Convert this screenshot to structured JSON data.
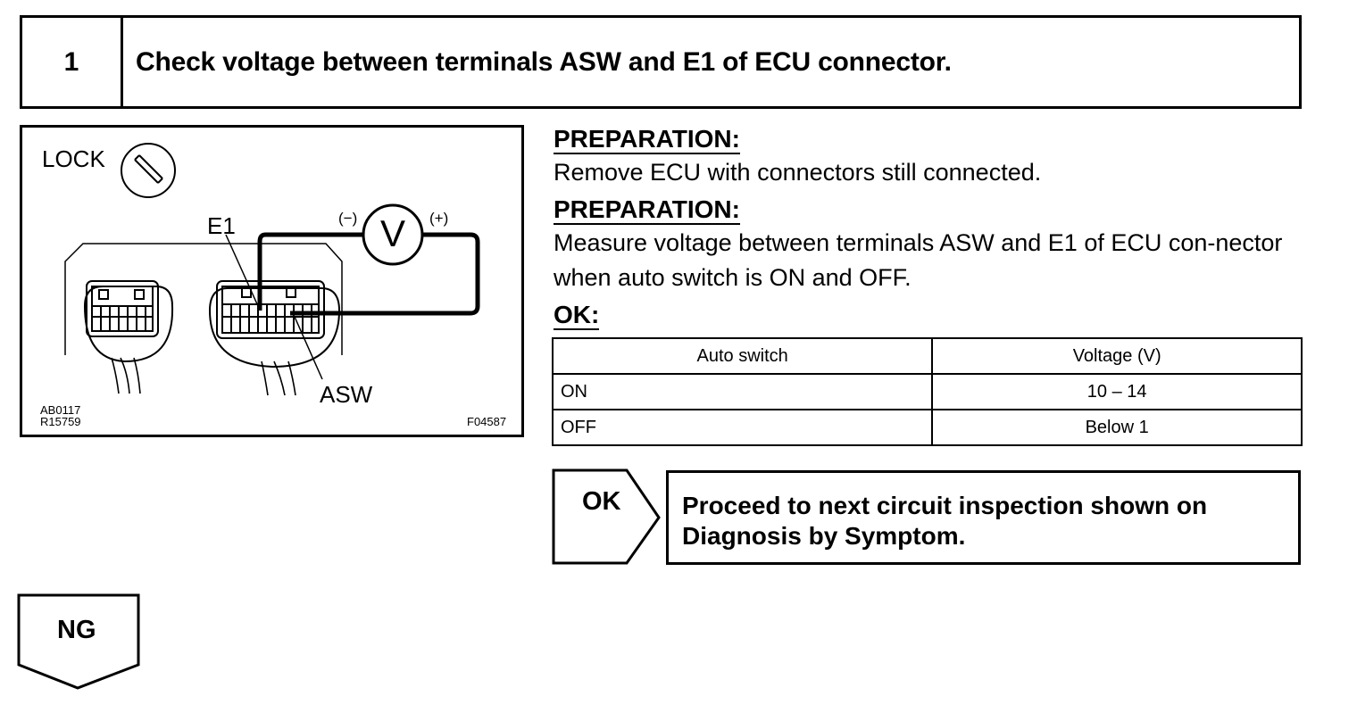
{
  "step": {
    "number": "1",
    "title": "Check voltage between terminals ASW and E1 of ECU connector."
  },
  "figure": {
    "lock_label": "LOCK",
    "e1_label": "E1",
    "asw_label": "ASW",
    "minus_label": "(−)",
    "plus_label": "(+)",
    "meter_label": "V",
    "code_left_1": "AB0117",
    "code_left_2": "R15759",
    "code_right": "F04587"
  },
  "preparation_1": {
    "heading": "PREPARATION:",
    "text": "Remove ECU with connectors still connected."
  },
  "preparation_2": {
    "heading": "PREPARATION:",
    "text": "Measure voltage between terminals ASW and E1 of ECU con-nector when auto switch is ON and OFF."
  },
  "ok_heading": "OK:",
  "table": {
    "headers": [
      "Auto switch",
      "Voltage (V)"
    ],
    "rows": [
      [
        "ON",
        "10 – 14"
      ],
      [
        "OFF",
        "Below 1"
      ]
    ]
  },
  "ok_result": {
    "label": "OK",
    "text": "Proceed to next circuit inspection shown on Diagnosis by Symptom."
  },
  "ng_result": {
    "label": "NG"
  }
}
